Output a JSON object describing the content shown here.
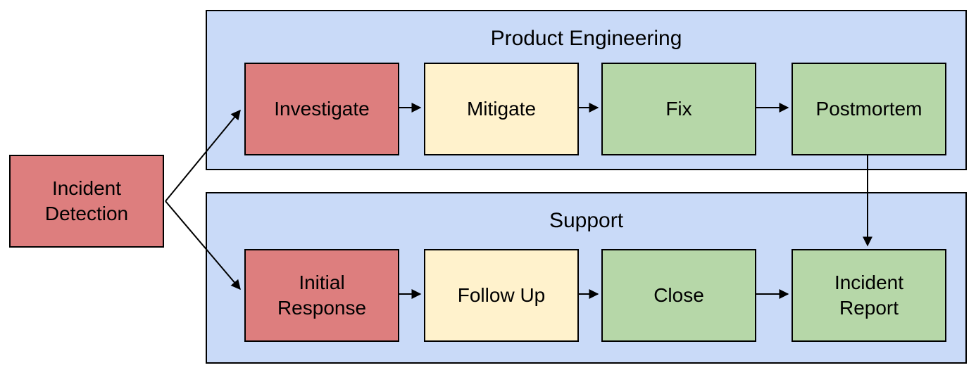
{
  "diagram": {
    "type": "flowchart-swimlanes",
    "background": "#ffffff"
  },
  "colors": {
    "lane_bg": "#c9daf8",
    "step_red": "#dd7e7e",
    "step_yellow": "#fff2cc",
    "step_green": "#b6d7a8",
    "border": "#000000",
    "text": "#000000"
  },
  "nodes": {
    "incident_detection": {
      "label": "Incident Detection",
      "color": "#dd7e7e"
    }
  },
  "lanes": [
    {
      "label": "Product Engineering",
      "bg_color": "#c9daf8",
      "steps": [
        {
          "label": "Investigate",
          "color": "#dd7e7e"
        },
        {
          "label": "Mitigate",
          "color": "#fff2cc"
        },
        {
          "label": "Fix",
          "color": "#b6d7a8"
        },
        {
          "label": "Postmortem",
          "color": "#b6d7a8"
        }
      ]
    },
    {
      "label": "Support",
      "bg_color": "#c9daf8",
      "steps": [
        {
          "label": "Initial Response",
          "color": "#dd7e7e"
        },
        {
          "label": "Follow Up",
          "color": "#fff2cc"
        },
        {
          "label": "Close",
          "color": "#b6d7a8"
        },
        {
          "label": "Incident Report",
          "color": "#b6d7a8"
        }
      ]
    }
  ],
  "edges": [
    {
      "from": "Incident Detection",
      "to": "Investigate"
    },
    {
      "from": "Incident Detection",
      "to": "Initial Response"
    },
    {
      "from": "Investigate",
      "to": "Mitigate"
    },
    {
      "from": "Mitigate",
      "to": "Fix"
    },
    {
      "from": "Fix",
      "to": "Postmortem"
    },
    {
      "from": "Postmortem",
      "to": "Incident Report"
    },
    {
      "from": "Initial Response",
      "to": "Follow Up"
    },
    {
      "from": "Follow Up",
      "to": "Close"
    },
    {
      "from": "Close",
      "to": "Incident Report"
    }
  ]
}
